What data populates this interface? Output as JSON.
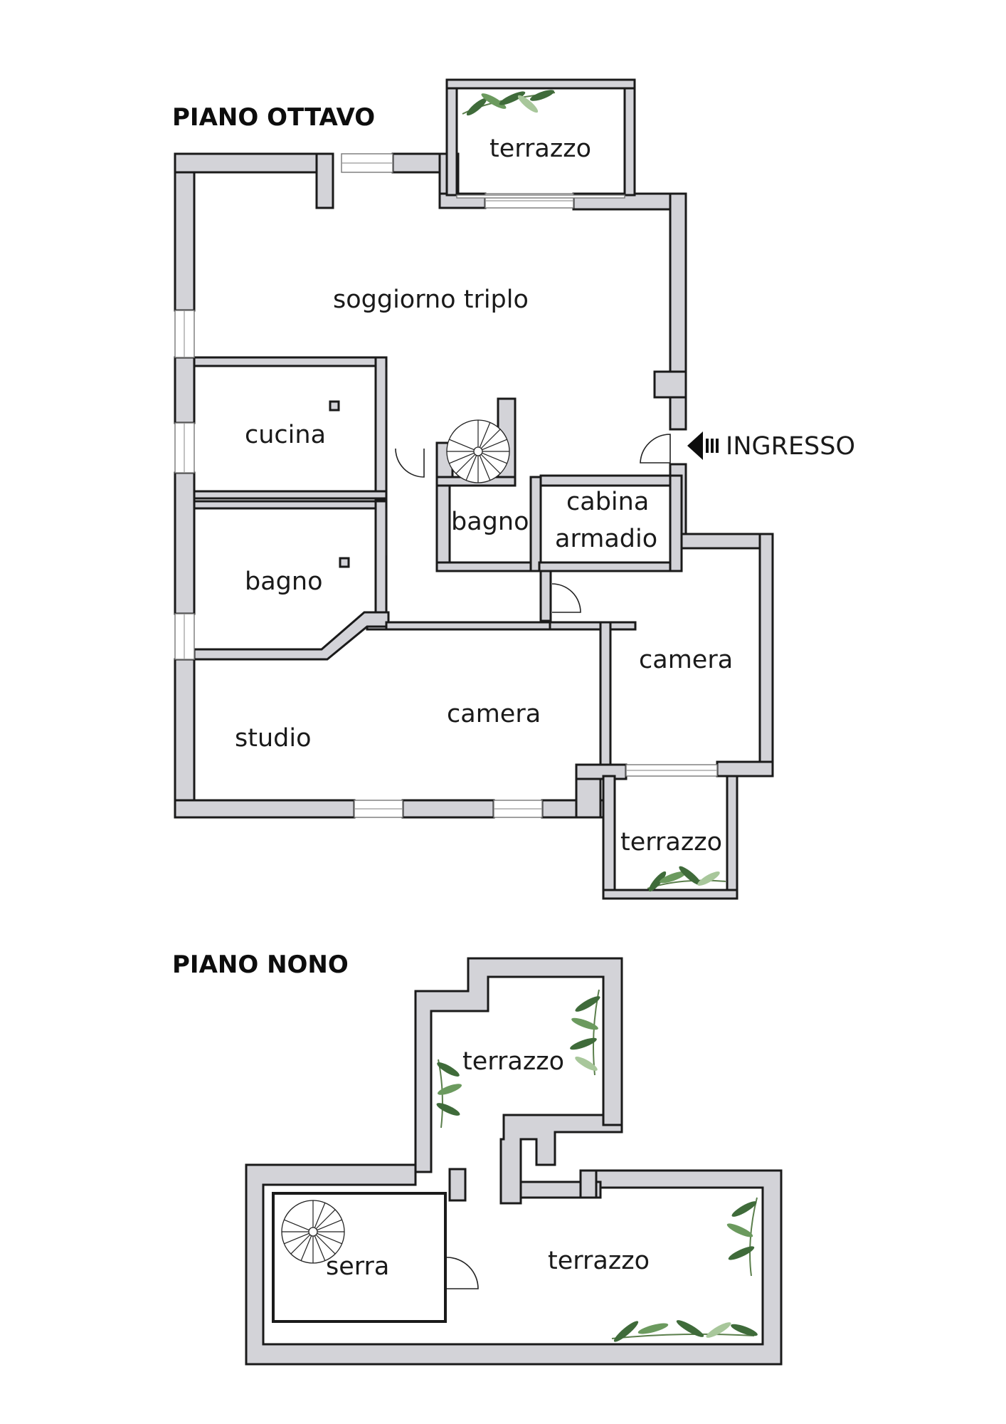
{
  "floors": {
    "eighth": {
      "title": "PIANO OTTAVO",
      "rooms": {
        "terrace_top": "terrazzo",
        "living": "soggiorno triplo",
        "kitchen": "cucina",
        "bath_left": "bagno",
        "bath_small": "bagno",
        "closet_line1": "cabina",
        "closet_line2": "armadio",
        "bedroom_right": "camera",
        "study": "studio",
        "bedroom_main": "camera",
        "terrace_bottom": "terrazzo"
      },
      "entrance": "INGRESSO"
    },
    "ninth": {
      "title": "PIANO NONO",
      "rooms": {
        "terrace_upper": "terrazzo",
        "greenhouse": "serra",
        "terrace_lower": "terrazzo"
      }
    }
  },
  "icons": {
    "entrance": "entrance-arrow-icon",
    "stairs": "spiral-stair-icon",
    "plants": "plant-decoration-icon"
  },
  "colors": {
    "wall_fill": "#d3d3d8",
    "wall_stroke": "#1a1a1a",
    "text": "#1a1a1a",
    "plant": "#3f6b3a"
  }
}
